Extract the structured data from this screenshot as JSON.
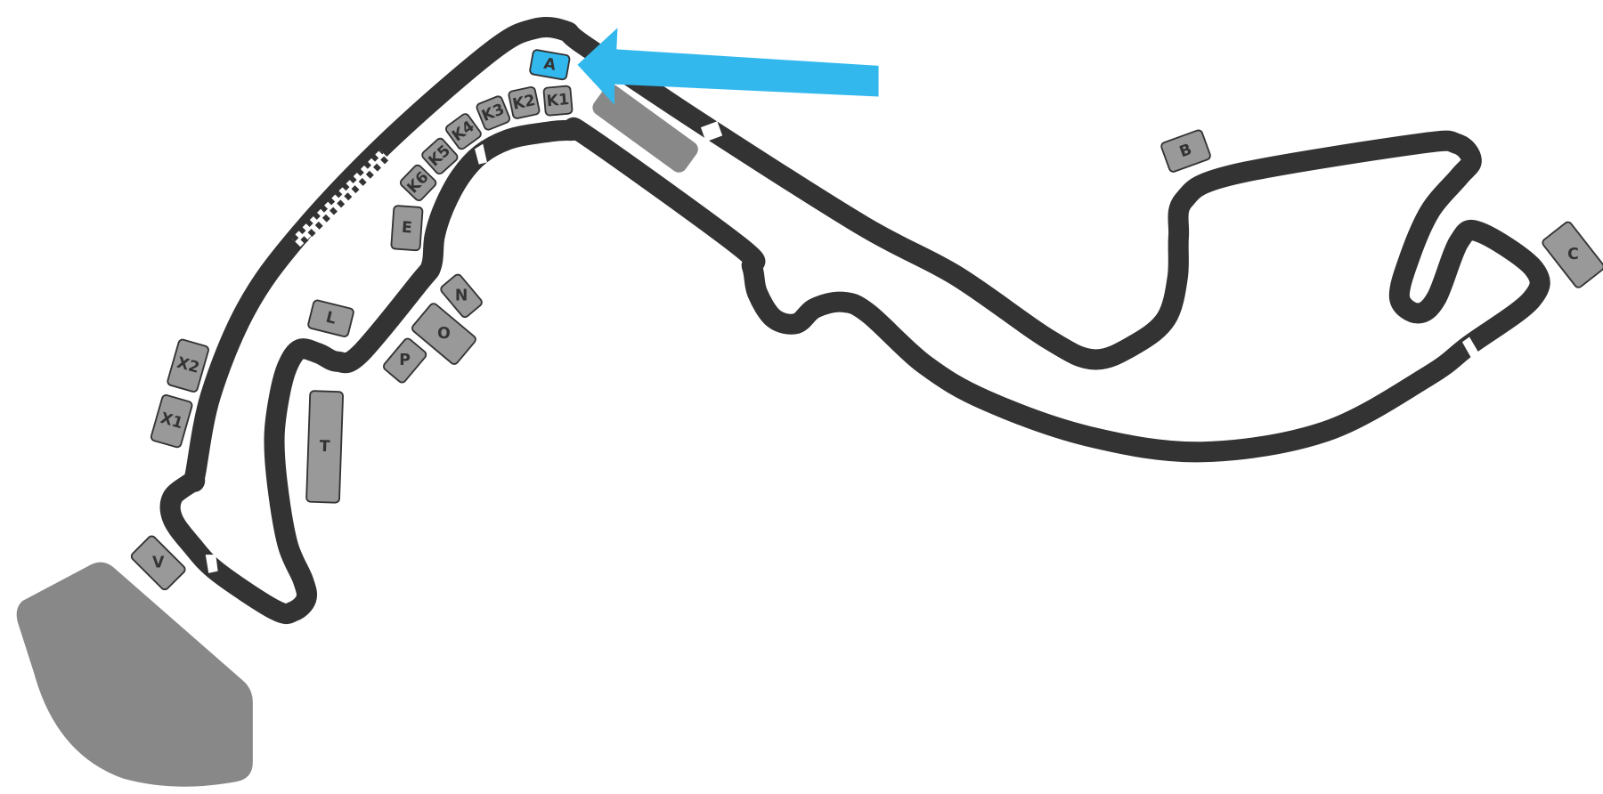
{
  "map": {
    "highlighted_stand": "A",
    "colors": {
      "track": "#333333",
      "stand": "#999999",
      "highlight": "#33b8ee",
      "area": "#888888",
      "arrow": "#33b8ee"
    },
    "stands": {
      "A": "A",
      "K1": "K1",
      "K2": "K2",
      "K3": "K3",
      "K4": "K4",
      "K5": "K5",
      "K6": "K6",
      "E": "E",
      "N": "N",
      "O": "O",
      "P": "P",
      "L": "L",
      "T": "T",
      "X1": "X1",
      "X2": "X2",
      "V": "V",
      "B": "B",
      "C": "C"
    }
  }
}
